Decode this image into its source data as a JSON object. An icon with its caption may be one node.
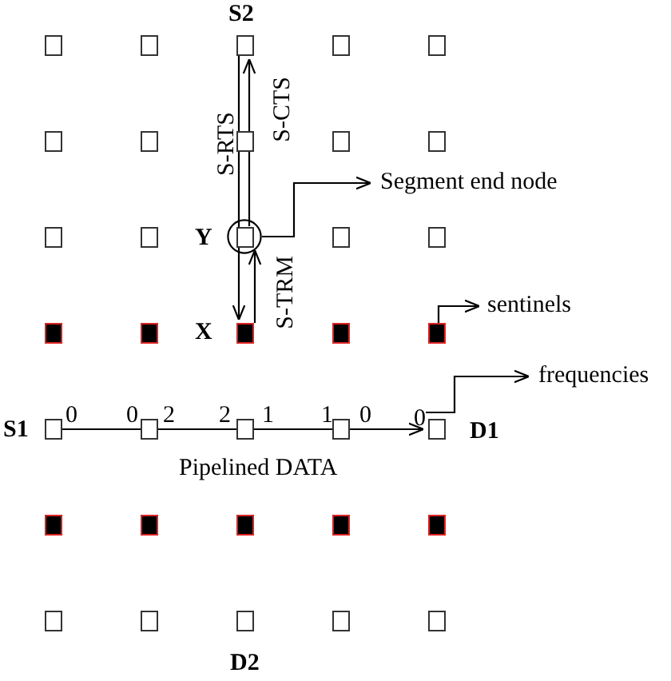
{
  "diagram": {
    "nodes": [
      {
        "text": [],
        "shape": "box"
      },
      {
        "text": [],
        "shape": "box"
      },
      {
        "text": [],
        "shape": "box",
        "beside": [
          "S2"
        ]
      },
      {
        "text": [],
        "shape": "box"
      },
      {
        "text": [],
        "shape": "box"
      },
      {
        "text": [],
        "shape": "box"
      },
      {
        "text": [],
        "shape": "box"
      },
      {
        "text": [],
        "shape": "box"
      },
      {
        "text": [],
        "shape": "box"
      },
      {
        "text": [],
        "shape": "box"
      },
      {
        "text": [],
        "shape": "box"
      },
      {
        "text": [],
        "shape": "box"
      },
      {
        "text": [],
        "shape": "circle"
      },
      {
        "text": [],
        "shape": "box",
        "in": 12,
        "beside": [
          "Y"
        ]
      },
      {
        "text": [],
        "shape": "box"
      },
      {
        "text": [],
        "shape": "box"
      },
      {
        "text": [
          "Segment end node"
        ]
      },
      {
        "text": [],
        "shape": "box"
      },
      {
        "text": [],
        "shape": "box"
      },
      {
        "text": [],
        "shape": "box",
        "beside": [
          "X"
        ]
      },
      {
        "text": [],
        "shape": "box"
      },
      {
        "text": [],
        "shape": "box"
      },
      {
        "text": [
          "sentinels"
        ]
      },
      {
        "text": [
          "frequencies"
        ]
      },
      {
        "text": [
          "0"
        ]
      },
      {
        "text": [],
        "shape": "box",
        "beside": [
          "S1"
        ]
      },
      {
        "text": [],
        "shape": "box"
      },
      {
        "text": [],
        "shape": "box"
      },
      {
        "text": [],
        "shape": "box"
      },
      {
        "text": [],
        "shape": "box",
        "beside": [
          "D1"
        ]
      },
      {
        "text": [],
        "shape": "box"
      },
      {
        "text": [],
        "shape": "box"
      },
      {
        "text": [],
        "shape": "box"
      },
      {
        "text": [],
        "shape": "box"
      },
      {
        "text": [],
        "shape": "box"
      },
      {
        "text": [],
        "shape": "box"
      },
      {
        "text": [],
        "shape": "box"
      },
      {
        "text": [],
        "shape": "box",
        "beside": [
          "D2"
        ]
      },
      {
        "text": [],
        "shape": "box"
      },
      {
        "text": [],
        "shape": "box"
      }
    ],
    "edges": [
      {
        "from": 2,
        "to": 19,
        "arrow": "to",
        "label": "S-RTS"
      },
      {
        "from": 13,
        "to": 2,
        "arrow": "to",
        "label": "S-CTS"
      },
      {
        "from": 19,
        "to": 13,
        "arrow": "to",
        "label": "S-TRM"
      },
      {
        "from": 12,
        "to": 16,
        "arrow": "to"
      },
      {
        "from": 21,
        "to": 22,
        "arrow": "to"
      },
      {
        "from": 24,
        "to": 23,
        "arrow": "to"
      },
      {
        "from": 25,
        "to": 29,
        "arrow": "to",
        "label": "Pipelined DATA"
      }
    ],
    "labels": [
      "0",
      "0",
      "2",
      "2",
      "1",
      "1",
      "0"
    ]
  }
}
